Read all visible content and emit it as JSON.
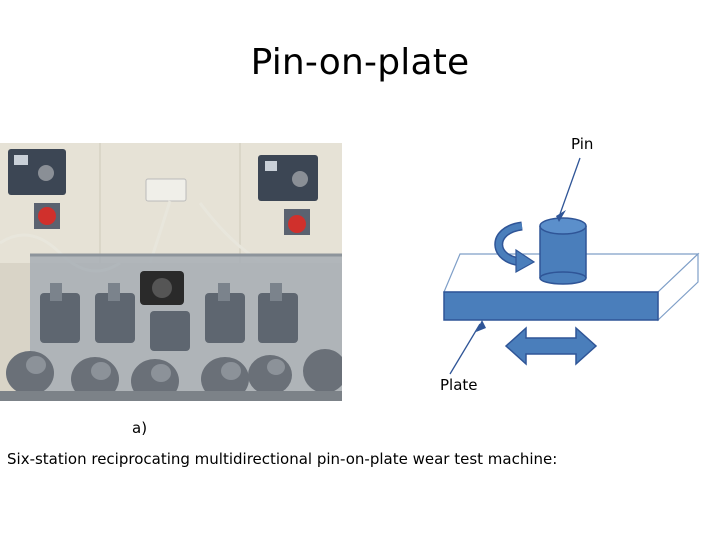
{
  "slide": {
    "title": "Pin-on-plate",
    "labels": {
      "pin": "Pin",
      "plate": "Plate",
      "panel": "a)"
    },
    "caption": "Six-station reciprocating multidirectional pin-on-plate wear test machine:"
  },
  "colors": {
    "shape_fill": "#4a7ebb",
    "shape_stroke": "#2f5597",
    "plate_top": "#ffffff",
    "outline": "#7f9fc8"
  }
}
